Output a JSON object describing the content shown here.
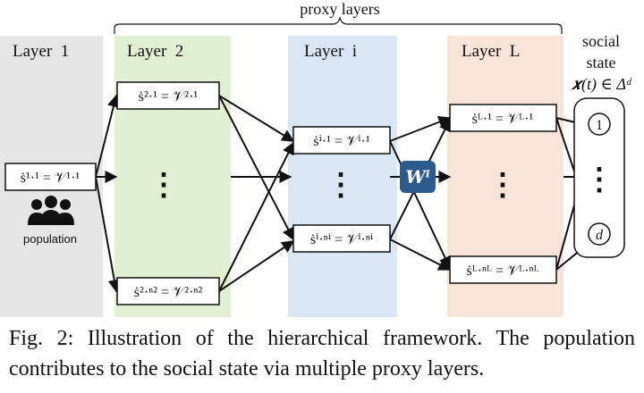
{
  "bracket_label": "proxy layers",
  "layers": {
    "layer1": {
      "title": "Layer  1",
      "color": "#e6e6e6",
      "node": "ṡ¹·¹ = 𝒱¹·¹"
    },
    "layer2": {
      "title": "Layer  2",
      "color": "#e1f0d2",
      "node_top": "ṡ²·¹ = 𝒱²·¹",
      "node_bottom": "ṡ²·ⁿ² = 𝒱²·ⁿ²"
    },
    "layeri": {
      "title": "Layer  i",
      "color": "#dae6f4",
      "node_top": "ṡⁱ·¹ = 𝒱ⁱ·¹",
      "node_bottom": "ṡⁱ·ⁿⁱ = 𝒱ⁱ·ⁿⁱ"
    },
    "layerL": {
      "title": "Layer  L",
      "color": "#f8e4d8",
      "node_top": "ṡᴸ·¹ = 𝒱ᴸ·¹",
      "node_bottom": "ṡᴸ·ⁿᴸ = 𝒱ᴸ·ⁿᴸ"
    }
  },
  "population_label": "population",
  "social_state": {
    "line1": "social",
    "line2": "state",
    "line3": "𝒙(t) ∈ Δᵈ",
    "top": "1",
    "bottom": "d"
  },
  "weight_label": "𝑾ⁱ",
  "weight_color": "#2b5b8c",
  "ellipsis": "⋮",
  "caption": "Fig. 2: Illustration of the hierarchical framework. The population contributes to the social state via multiple proxy layers."
}
